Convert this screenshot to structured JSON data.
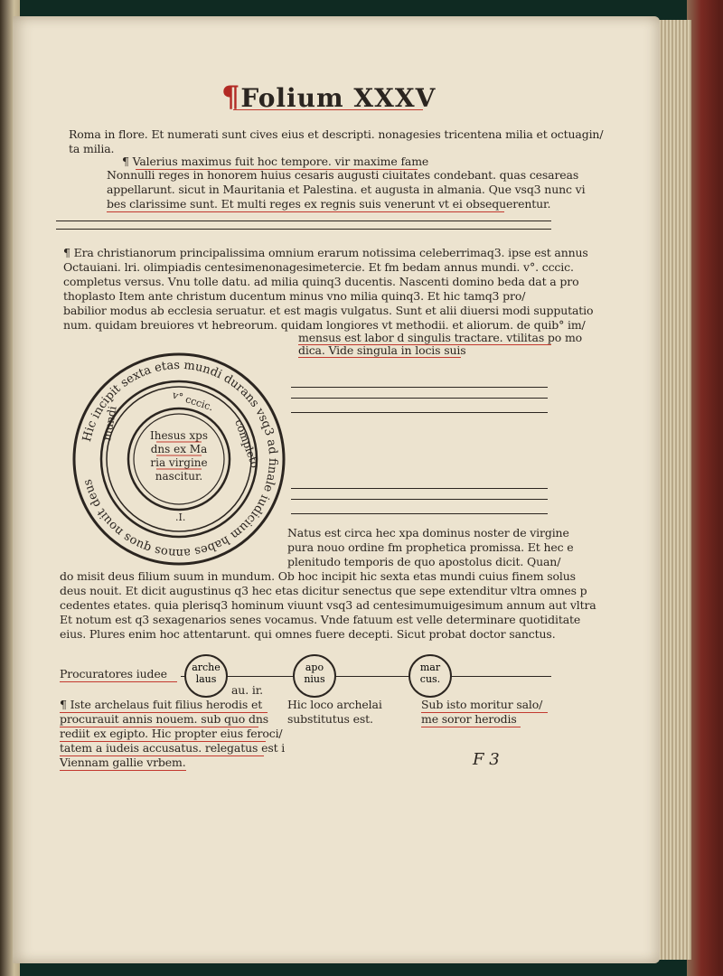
{
  "page_title": {
    "pilcrow": "¶",
    "text": "Folium XXXV"
  },
  "colors": {
    "ink": "#2b2520",
    "rubric": "#b22a24",
    "paper": "#ece3cf"
  },
  "paragraph1": [
    "Roma in flore. Et numerati sunt cives eius et descripti. nonagesies tricentena milia et octuagin/",
    "ta milia."
  ],
  "paragraph2": [
    "¶ Valerius maximus fuit hoc tempore. vir maxime fame",
    "Nonnulli reges in honorem huius cesaris augusti ciuitates condebant. quas cesareas",
    "appellarunt. sicut in Mauritania et Palestina. et augusta in almania. Que vsq3 nunc vi",
    "bes clarissime sunt. Et multi reges ex regnis suis venerunt vt ei obsequerentur."
  ],
  "paragraph3": [
    "¶ Era christianorum principalissima omnium erarum notissima celeberrimaq3. ipse est annus",
    "Octauiani. lri. olimpiadis centesimenonagesimetercie. Et fm bedam annus mundi. v°. cccic.",
    "completus versus. Vnu tolle datu. ad milia quinq3 ducentis. Nascenti domino beda dat a pro",
    "thoplasto     Item ante christum ducentum minus vno milia quinq3. Et hic tamq3 pro/",
    "babilior modus ab ecclesia seruatur. et est magis vulgatus. Sunt et alii diuersi modi supputatio",
    "num. quidam breuiores vt hebreorum. quidam longiores vt methodii. et aliorum. de quib° im/",
    "mensus est labor d singulis tractare. vtilitas po mo",
    "dica. Vide singula in locis suis"
  ],
  "circle": {
    "outer_ring_text": "Hic incipit sexta etas mundi durans vsq3 ad finale iudicium habes annos quos nouit deus",
    "middle_ring_left": "mundi",
    "middle_ring_right": "completo",
    "middle_ring_top": "v° cccic.",
    "bottom_mark": ".I.",
    "center": [
      "Ihesus xps",
      "dns ex Ma",
      "ria virgine",
      "nascitur."
    ]
  },
  "paragraph4": [
    "Natus est circa hec xpa dominus noster de virgine",
    "pura nouo ordine fm prophetica promissa. Et hec e",
    "plenitudo temporis de quo apostolus dicit. Quan/",
    "do misit deus filium suum in mundum. Ob hoc incipit hic sexta etas mundi cuius finem solus",
    "deus nouit. Et dicit augustinus q3 hec etas dicitur senectus que sepe extenditur vltra omnes p",
    "cedentes etates. quia plerisq3 hominum viuunt vsq3 ad centesimumuigesimum annum aut vltra",
    "Et notum est q3 sexagenarios senes vocamus. Vnde fatuum est velle determinare quotiditate",
    "eius. Plures enim hoc attentarunt. qui omnes fuere decepti. Sicut probat doctor sanctus."
  ],
  "lineage": {
    "label": "Procuratores iudee",
    "nodes": [
      {
        "name": [
          "arche",
          "laus"
        ],
        "note": "au. ir."
      },
      {
        "name": [
          "apo",
          "nius"
        ],
        "note": ""
      },
      {
        "name": [
          "mar",
          "cus."
        ],
        "note": ""
      }
    ]
  },
  "notes": {
    "col1": [
      "¶ Iste archelaus fuit filius herodis et",
      "procurauit annis nouem. sub quo dns",
      "rediit ex egipto. Hic propter eius feroci/",
      "tatem a iudeis accusatus. relegatus est i",
      "Viennam gallie vrbem."
    ],
    "col2": [
      "Hic loco archelai",
      "substitutus est."
    ],
    "col3": [
      "Sub isto moritur salo/",
      "me soror herodis"
    ]
  },
  "signature_mark": "F 3"
}
